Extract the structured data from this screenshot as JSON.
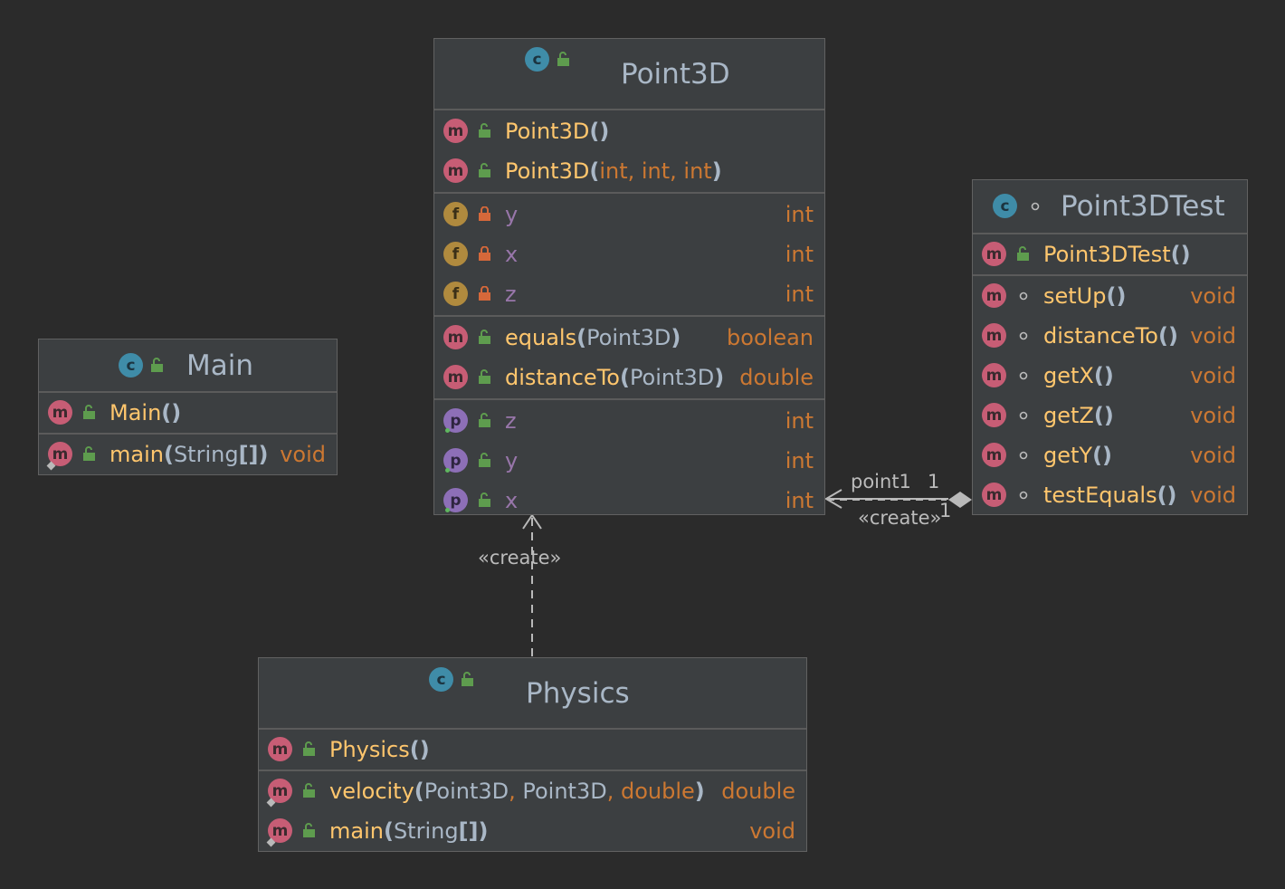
{
  "classes": {
    "point3d": {
      "name": "Point3D",
      "constructors": [
        {
          "name": "Point3D",
          "open": "(",
          "close": ")",
          "args": ""
        },
        {
          "name": "Point3D",
          "open": "(",
          "close": ")",
          "args": "int, int, int"
        }
      ],
      "fields": [
        {
          "name": "y",
          "type": "int"
        },
        {
          "name": "x",
          "type": "int"
        },
        {
          "name": "z",
          "type": "int"
        }
      ],
      "methods": [
        {
          "name": "equals",
          "open": "(",
          "args": "Point3D",
          "close": ")",
          "type": "boolean"
        },
        {
          "name": "distanceTo",
          "open": "(",
          "args": "Point3D",
          "close": ")",
          "type": "double"
        }
      ],
      "properties": [
        {
          "name": "z",
          "type": "int"
        },
        {
          "name": "y",
          "type": "int"
        },
        {
          "name": "x",
          "type": "int"
        }
      ]
    },
    "point3dtest": {
      "name": "Point3DTest",
      "constructors": [
        {
          "name": "Point3DTest",
          "paren": "()"
        }
      ],
      "methods": [
        {
          "name": "setUp",
          "paren": "()",
          "type": "void"
        },
        {
          "name": "distanceTo",
          "paren": "()",
          "type": "void"
        },
        {
          "name": "getX",
          "paren": "()",
          "type": "void"
        },
        {
          "name": "getZ",
          "paren": "()",
          "type": "void"
        },
        {
          "name": "getY",
          "paren": "()",
          "type": "void"
        },
        {
          "name": "testEquals",
          "paren": "()",
          "type": "void"
        }
      ]
    },
    "main": {
      "name": "Main",
      "constructors": [
        {
          "name": "Main",
          "paren": "()"
        }
      ],
      "methods": [
        {
          "name": "main",
          "open": "(",
          "args": "String",
          "brackets": "[]",
          "close": ")",
          "type": "void"
        }
      ]
    },
    "physics": {
      "name": "Physics",
      "constructors": [
        {
          "name": "Physics",
          "paren": "()"
        }
      ],
      "methods": [
        {
          "name": "velocity",
          "open": "(",
          "args1": "Point3D",
          "sep1": ", ",
          "args2": "Point3D",
          "sep2": ", ",
          "args3": "double",
          "close": ")",
          "type": "double"
        },
        {
          "name": "main",
          "open": "(",
          "args": "String",
          "brackets": "[]",
          "close": ")",
          "type": "void"
        }
      ]
    }
  },
  "relations": {
    "physics_to_point3d": {
      "label": "«create»"
    },
    "test_to_point3d": {
      "role": "point1",
      "mult_target": "1",
      "mult_source": "1",
      "label": "«create»"
    }
  },
  "icons": {
    "method": "m",
    "field": "f",
    "property": "p",
    "class": "c"
  },
  "colors": {
    "background": "#2b2b2b",
    "box": "#3c3f41",
    "method_name": "#ffc66d",
    "field_name": "#9876aa",
    "type": "#cc7832",
    "text": "#a9b7c6"
  }
}
